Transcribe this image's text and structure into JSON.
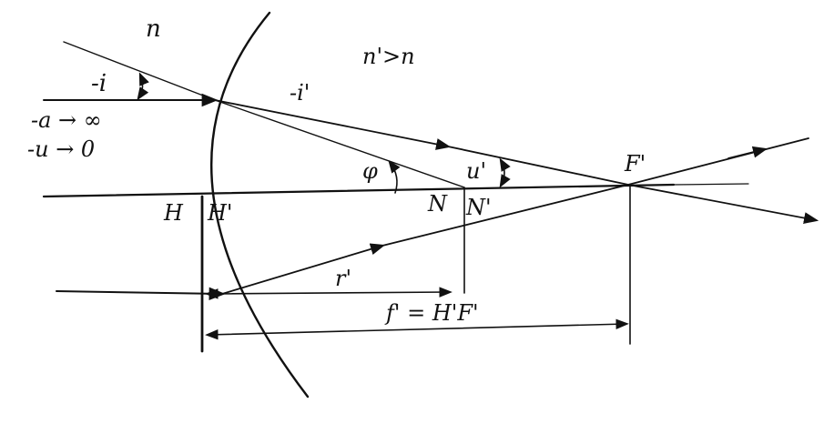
{
  "labels": {
    "n": "n",
    "n_prime_gt_n": "n'>n",
    "minus_i": "-i",
    "minus_i_prime": "-i'",
    "a_to_infinity": "-a → ∞",
    "u_to_zero": "-u → 0",
    "phi": "φ",
    "u_prime": "u'",
    "F_prime": "F'",
    "H": "H",
    "H_prime": "H'",
    "N": "N",
    "N_prime": "N'",
    "r_prime": "r'",
    "focal_length": "f' = H'F'"
  }
}
